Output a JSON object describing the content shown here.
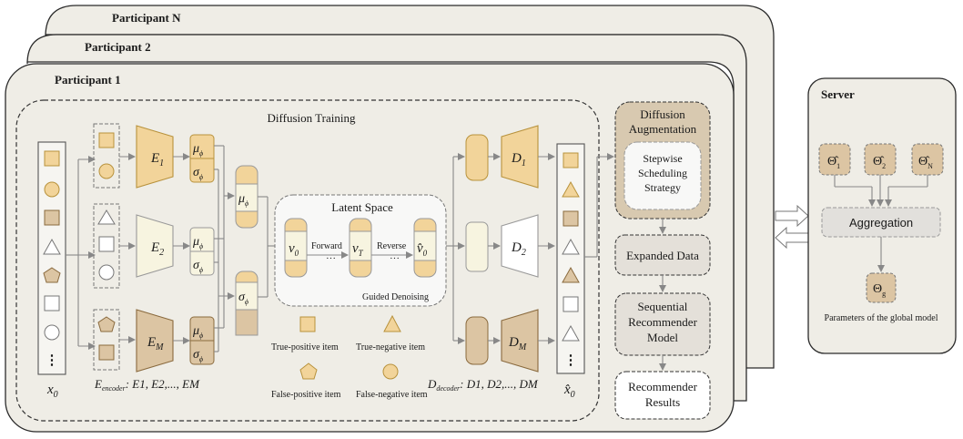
{
  "participants": {
    "p_n": "Participant N",
    "p_2": "Participant 2",
    "p_1": "Participant 1"
  },
  "diffusion_training": {
    "title": "Diffusion Training",
    "latent_space": "Latent Space",
    "forward": "Forward",
    "reverse": "Reverse",
    "dots": "···",
    "guided_denoising": "Guided Denoising",
    "v0": "v",
    "v0_sub": "0",
    "vT": "v",
    "vT_sub": "T",
    "v0hat": "v̂",
    "v0hat_sub": "0"
  },
  "encoders": {
    "e1": "E",
    "e1_sub": "1",
    "e2": "E",
    "e2_sub": "2",
    "em": "E",
    "em_sub": "M",
    "caption": "E",
    "caption_sub": "encoder",
    "caption_rest": ": E1, E2,..., EM"
  },
  "decoders": {
    "d1": "D",
    "d1_sub": "1",
    "d2": "D",
    "d2_sub": "2",
    "dm": "D",
    "dm_sub": "M",
    "caption": "D",
    "caption_sub": "decoder",
    "caption_rest": ": D1, D2,..., DM"
  },
  "params": {
    "mu": "μ",
    "sigma": "σ",
    "mu_phi": "μ",
    "sigma_phi": "σ",
    "phi": "ϕ"
  },
  "inputs": {
    "x0": "x",
    "x0_sub": "0",
    "x0hat": "x̂",
    "x0hat_sub": "0",
    "ellipsis": "⋮"
  },
  "legend": {
    "true_positive": "True-positive item",
    "true_negative": "True-negative item",
    "false_positive": "False-positive item",
    "false_negative": "False-negative item"
  },
  "pipeline": {
    "diffusion_aug_line1": "Diffusion",
    "diffusion_aug_line2": "Augmentation",
    "stepwise_line1": "Stepwise",
    "stepwise_line2": "Scheduling",
    "stepwise_line3": "Strategy",
    "expanded_data": "Expanded Data",
    "seq_line1": "Sequential",
    "seq_line2": "Recommender",
    "seq_line3": "Model",
    "rec_line1": "Recommender",
    "rec_line2": "Results"
  },
  "server": {
    "title": "Server",
    "theta1": "Θ̂",
    "theta1_sub": "1",
    "theta2": "Θ̂",
    "theta2_sub": "2",
    "thetaN": "Θ̂",
    "thetaN_sub": "N",
    "aggregation": "Aggregation",
    "theta_g": "Θ",
    "theta_g_sub": "g",
    "caption": "Parameters of the global model"
  },
  "colors": {
    "panel_bg": "#efede6",
    "gold_fill": "#f2d49a",
    "gold_stroke": "#b8923c",
    "light_fill": "#f7f4e0",
    "brown_fill": "#dcc5a3",
    "brown_stroke": "#8a6a3e",
    "box_gray": "#e4e0d9",
    "aug_fill": "#d8c9b0"
  }
}
